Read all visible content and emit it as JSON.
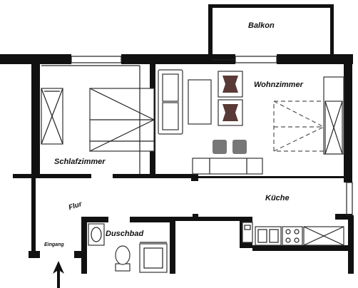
{
  "rooms": {
    "balcony": "Balkon",
    "living_room": "Wohnzimmer",
    "bedroom": "Schlafzimmer",
    "kitchen": "Küche",
    "hallway": "Flur",
    "shower_bath": "Duschbad",
    "entrance": "Eingang"
  },
  "icons": {
    "entrance_arrow": "arrow-up-icon"
  },
  "colors": {
    "walls": "#111111",
    "cushions": "#5a3a36",
    "chairs": "#777777"
  }
}
